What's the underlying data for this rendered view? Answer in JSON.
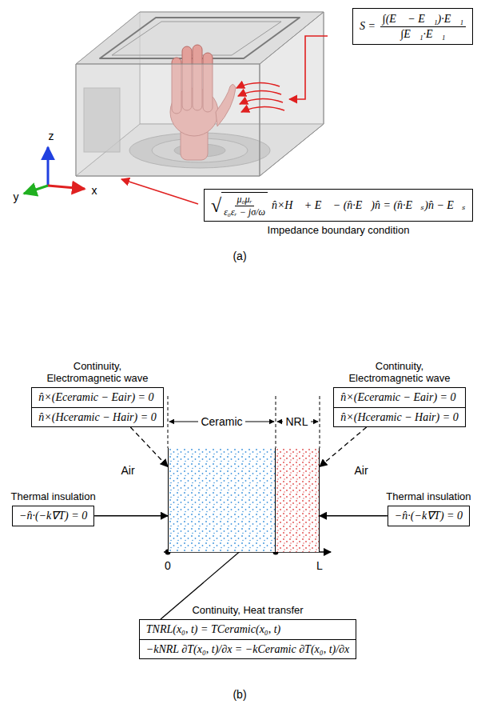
{
  "diagram": {
    "nodes": [
      {
        "text": [
          "S =",
          "∫(E⃗ − E⃗₁)·E⃗₁",
          "∫E⃗₁·E⃗₁"
        ]
      },
      {
        "text": [
          "√",
          "μ₀μᵣ",
          "ε₀εᵣ − jσ/ω",
          "n̂×H⃗ + E⃗ − (n̂·E⃗)n̂ = (n̂·E⃗ₛ)n̂ − E⃗ₛ",
          "Impedance boundary condition"
        ]
      },
      {
        "text": [
          "Continuity, Electromagnetic wave",
          "n̂×(Eceramic − Eair) = 0",
          "n̂×(Hceramic − Hair) = 0"
        ]
      },
      {
        "text": [
          "Continuity, Electromagnetic wave",
          "n̂×(Eceramic − Eair) = 0",
          "n̂×(Hceramic − Hair) = 0"
        ]
      },
      {
        "text": [
          "Ceramic"
        ]
      },
      {
        "text": [
          "NRL"
        ]
      },
      {
        "text": [
          "Thermal insulation",
          "−n̂·(−k∇T) = 0"
        ]
      },
      {
        "text": [
          "Thermal insulation",
          "−n̂·(−k∇T) = 0"
        ]
      },
      {
        "text": [
          "Continuity, Heat transfer",
          "TNRL(x₀, t) = TCeramic(x₀, t)",
          "−kNRL ∂T(x₀, t)/∂x = −kCeramic ∂T(x₀, t)/∂x"
        ]
      }
    ],
    "edges": [
      {
        "from": 2,
        "to": 4,
        "arrow": "to"
      },
      {
        "from": 3,
        "to": 5,
        "arrow": "to"
      },
      {
        "from": 6,
        "to": 4,
        "arrow": "to"
      },
      {
        "from": 7,
        "to": 5,
        "arrow": "to"
      },
      {
        "from": 8,
        "to": 4,
        "arrow": "to"
      }
    ],
    "labels": [
      "z",
      "y",
      "x",
      "(a)",
      "Air",
      "Air",
      "0",
      "L",
      "(b)"
    ]
  }
}
